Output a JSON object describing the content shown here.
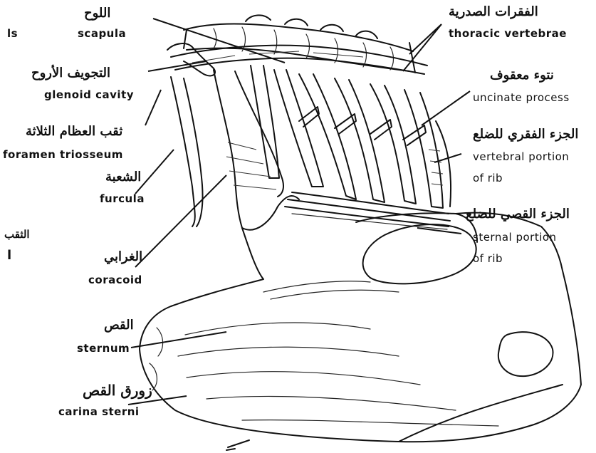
{
  "labels": {
    "scapula": {
      "ar": "اللوح",
      "en": "scapula"
    },
    "thoracic_vertebrae": {
      "ar": "الفقرات الصدرية",
      "en": "thoracic vertebrae"
    },
    "glenoid_cavity": {
      "ar": "التجويف الأروح",
      "en": "glenoid cavity"
    },
    "uncinate_process": {
      "ar": "نتوء معقوف",
      "en": "uncinate process"
    },
    "foramen_triosseum": {
      "ar": "ثقب العظام الثلاثة",
      "en": "foramen triosseum"
    },
    "vertebral_portion": {
      "ar": "الجزء الفقري للضلع",
      "en_line1": "vertebral portion",
      "en_line2": "of rib"
    },
    "furcula": {
      "ar": "الشعبة",
      "en": "furcula"
    },
    "sternal_portion": {
      "ar": "الجزء القصي للضلع",
      "en_line1": "sternal portion",
      "en_line2": "of rib"
    },
    "coracoid": {
      "ar": "الغرابي",
      "en": "coracoid"
    },
    "sternum": {
      "ar": "القص",
      "en": "sternum"
    },
    "carina_sterni": {
      "ar": "زورق القص",
      "en": "carina sterni"
    }
  },
  "margin_fragments": {
    "top_left": "ls",
    "left_ar": "الثقب",
    "left_mark": "l"
  }
}
